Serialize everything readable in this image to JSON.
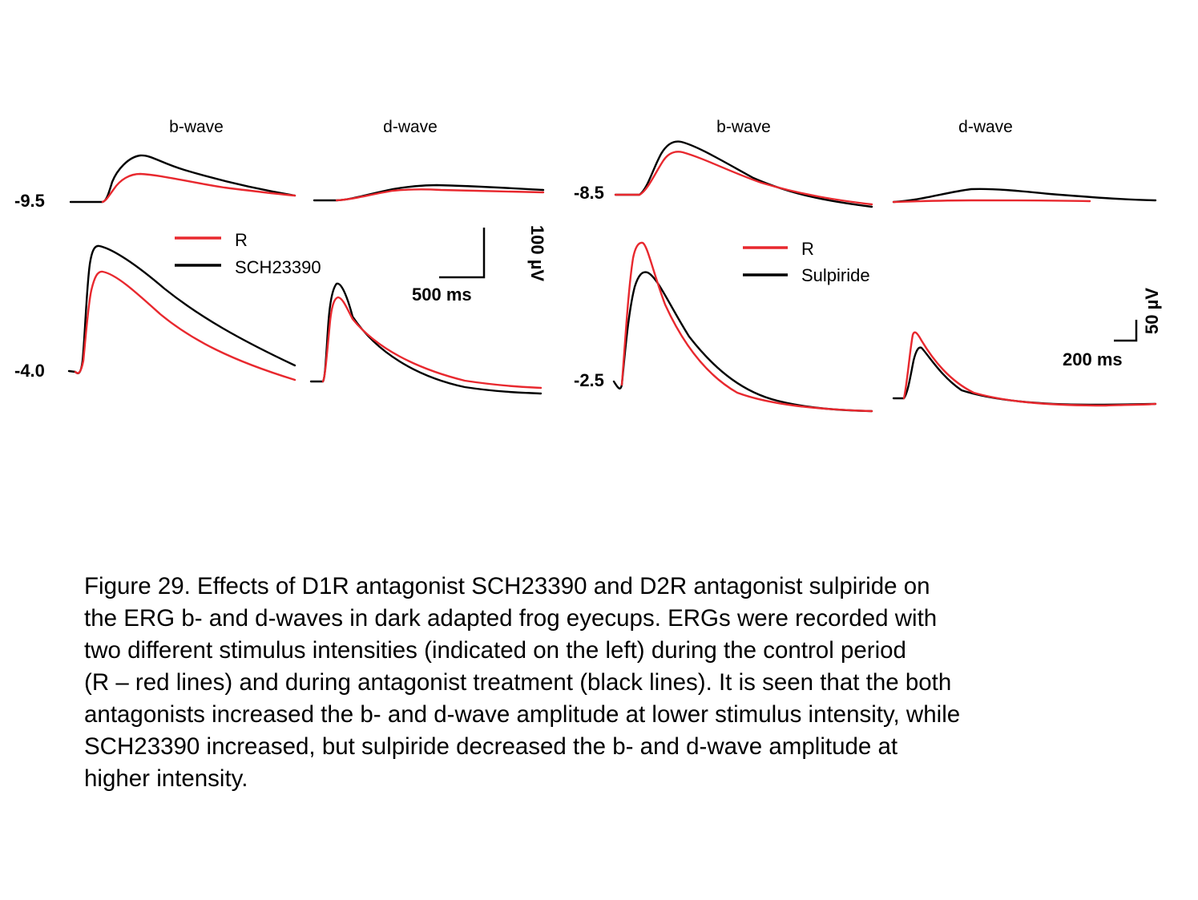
{
  "colors": {
    "control": "#e8282e",
    "treatment": "#000000"
  },
  "left_figure": {
    "col_titles": [
      "b-wave",
      "d-wave"
    ],
    "intensities": [
      "-9.5",
      "-4.0"
    ],
    "legend": [
      {
        "label": "R",
        "color": "#e8282e"
      },
      {
        "label": "SCH23390",
        "color": "#000000"
      }
    ],
    "scale_time": "500 ms",
    "scale_voltage": "100 µV"
  },
  "right_figure": {
    "col_titles": [
      "b-wave",
      "d-wave"
    ],
    "intensities": [
      "-8.5",
      "-2.5"
    ],
    "legend": [
      {
        "label": "R",
        "color": "#e8282e"
      },
      {
        "label": "Sulpiride",
        "color": "#000000"
      }
    ],
    "scale_time": "200 ms",
    "scale_voltage": "50 µV"
  },
  "caption": [
    "Figure 29. Effects of D1R antagonist SCH23390 and D2R antagonist sulpiride on",
    "the ERG b- and d-waves in dark adapted frog eyecups. ERGs were recorded with",
    "two different stimulus intensities (indicated on the left) during the control period",
    "(R – red lines) and during antagonist treatment (black lines). It is seen that the both",
    "antagonists increased the b- and d-wave amplitude at lower stimulus intensity, while",
    "SCH23390 increased, but sulpiride decreased the b- and d-wave amplitude at",
    "higher intensity."
  ]
}
